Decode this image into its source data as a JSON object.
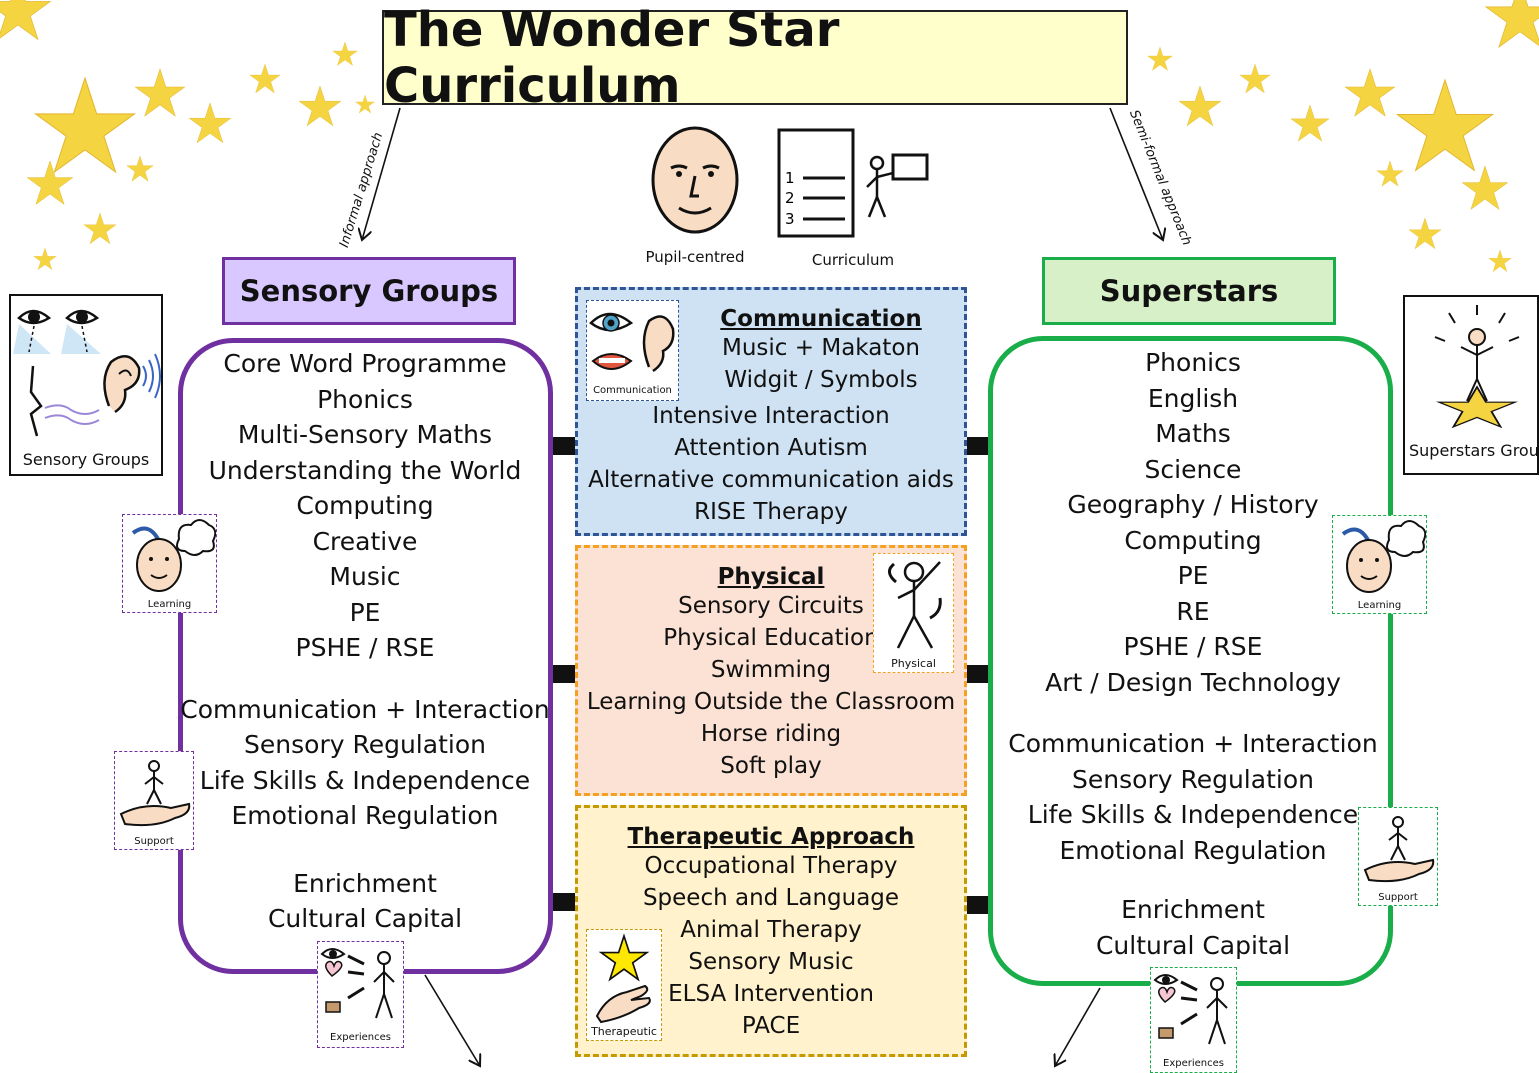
{
  "title": "The Wonder Star Curriculum",
  "approaches": {
    "left": "Informal approach",
    "right": "Semi-formal approach"
  },
  "center_symbols": {
    "pupil": "Pupil-centred",
    "curriculum": "Curriculum",
    "curriculum_numbers": [
      "1",
      "2",
      "3"
    ]
  },
  "sensory_groups": {
    "header": "Sensory Groups",
    "card_label": "Sensory Groups",
    "items": [
      "Core Word Programme",
      "Phonics",
      "Multi-Sensory Maths",
      "Understanding the World",
      "Computing",
      "Creative",
      "Music",
      "PE",
      "PSHE / RSE"
    ],
    "skills": [
      "Communication + Interaction",
      "Sensory Regulation",
      "Life Skills & Independence",
      "Emotional Regulation"
    ],
    "enrichment": [
      "Enrichment",
      "Cultural Capital"
    ],
    "icon_labels": {
      "learning": "Learning",
      "support": "Support",
      "experiences": "Experiences"
    }
  },
  "superstars": {
    "header": "Superstars",
    "card_label": "Superstars Group",
    "items": [
      "Phonics",
      "English",
      "Maths",
      "Science",
      "Geography / History",
      "Computing",
      "PE",
      "RE",
      "PSHE / RSE",
      "Art / Design Technology"
    ],
    "skills": [
      "Communication + Interaction",
      "Sensory Regulation",
      "Life Skills & Independence",
      "Emotional Regulation"
    ],
    "enrichment": [
      "Enrichment",
      "Cultural Capital"
    ],
    "icon_labels": {
      "learning": "Learning",
      "support": "Support",
      "experiences": "Experiences"
    }
  },
  "communication": {
    "heading": "Communication",
    "icon_label": "Communication",
    "items": [
      "Music + Makaton",
      "Widgit / Symbols",
      "Intensive Interaction",
      "Attention Autism",
      "Alternative communication aids",
      "RISE Therapy"
    ]
  },
  "physical": {
    "heading": "Physical",
    "icon_label": "Physical",
    "items": [
      "Sensory Circuits",
      "Physical Education",
      "Swimming",
      "Learning Outside the Classroom",
      "Horse riding",
      "Soft play"
    ]
  },
  "therapeutic": {
    "heading": "Therapeutic Approach",
    "icon_label": "Therapeutic",
    "items": [
      "Occupational Therapy",
      "Speech and Language",
      "Animal Therapy",
      "Sensory Music",
      "ELSA Intervention",
      "PACE"
    ]
  },
  "colors": {
    "title_bg": "#ffffcc",
    "sensory_accent": "#7030a0",
    "sensory_header_bg": "#d9c7ff",
    "superstars_accent": "#1aae4a",
    "superstars_header_bg": "#d8f0c8",
    "communication_bg": "#cfe2f3",
    "communication_border": "#2f5597",
    "physical_bg": "#fbe2d5",
    "physical_border": "#f4a020",
    "therapeutic_bg": "#fff2cc",
    "therapeutic_border": "#c49a00",
    "star": "#f7d84a"
  },
  "icons": [
    "star-icon",
    "eye-icon",
    "ear-icon",
    "nose-icon",
    "mouth-icon",
    "face-icon",
    "thought-bubble-icon",
    "hand-support-icon",
    "heart-icon",
    "person-icon",
    "whiteboard-icon",
    "arrow-icon"
  ]
}
